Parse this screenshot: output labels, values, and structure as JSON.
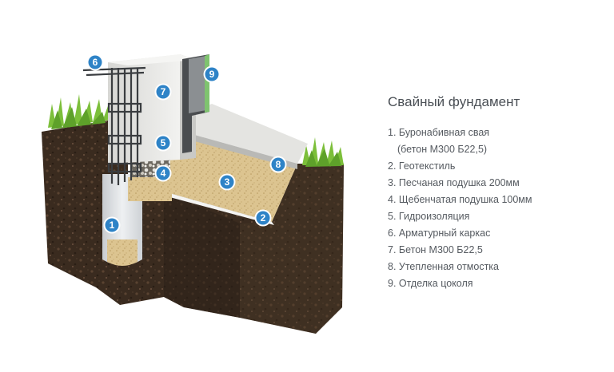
{
  "legend": {
    "title": "Свайный фундамент",
    "items": [
      {
        "text": "1. Буронабивная свая",
        "sub": "(бетон М300 Б22,5)"
      },
      {
        "text": "2. Геотекстиль"
      },
      {
        "text": "3. Песчаная подушка 200мм"
      },
      {
        "text": "4. Щебенчатая подушка 100мм"
      },
      {
        "text": "5. Гидроизоляция"
      },
      {
        "text": "6. Арматурный каркас"
      },
      {
        "text": "7. Бетон М300 Б22,5"
      },
      {
        "text": "8. Утепленная отмостка"
      },
      {
        "text": "9. Отделка цоколя"
      }
    ]
  },
  "markers": [
    "1",
    "2",
    "3",
    "4",
    "5",
    "6",
    "7",
    "8",
    "9"
  ],
  "colors": {
    "marker": "#2e83c7",
    "soil": "#3e2e21",
    "concrete": "#e6e6e4",
    "sand": "#d9c08c",
    "grass": "#7cbf3a"
  }
}
